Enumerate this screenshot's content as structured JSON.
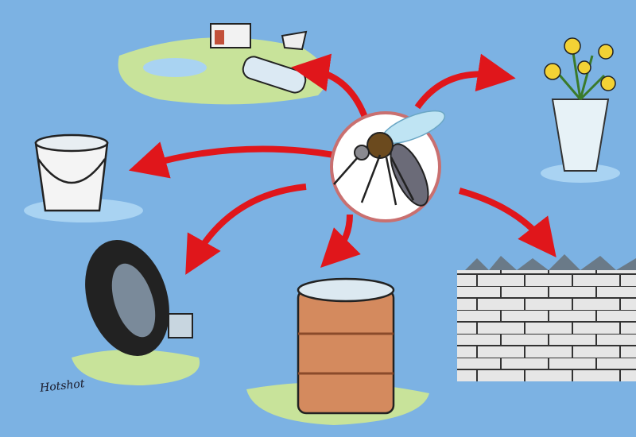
{
  "scene": {
    "background": "#7cb2e3",
    "subject": "mosquito",
    "theme": "mosquito breeding sites",
    "center": {
      "label": "mosquito-in-circle",
      "circle_fill": "#ffffff",
      "circle_stroke": "#c97070"
    },
    "arrow_color": "#e0161b",
    "breeding_sites": [
      {
        "id": "litter",
        "label": "discarded bottles and cans in grass"
      },
      {
        "id": "vase",
        "label": "flower vase with water"
      },
      {
        "id": "bucket",
        "label": "open bucket"
      },
      {
        "id": "tire",
        "label": "old tire and can"
      },
      {
        "id": "barrel",
        "label": "open water barrel"
      },
      {
        "id": "wall",
        "label": "wall with broken glass top"
      }
    ],
    "signature": "Hotshot"
  }
}
